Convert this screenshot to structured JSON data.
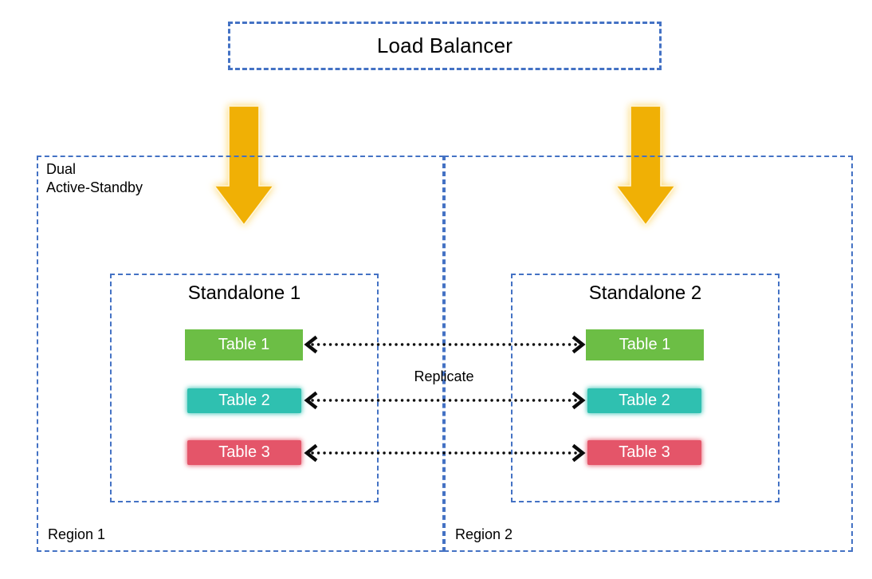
{
  "colors": {
    "dashed_border": "#4472C4",
    "arrow_gold": "#F0B005",
    "connector_black": "#0B0B0B",
    "table_text": "#FFFFFF",
    "text": "#000000"
  },
  "load_balancer": {
    "label": "Load Balancer"
  },
  "icons": {
    "down_arrow": "down-arrow-icon",
    "replicate_arrow": "dotted-double-headed-arrow"
  },
  "regions": [
    {
      "label": "Region 1",
      "annotation_line1": "Dual",
      "annotation_line2": "Active-Standby"
    },
    {
      "label": "Region 2"
    }
  ],
  "standalones": [
    {
      "title": "Standalone 1",
      "tables": [
        {
          "label": "Table 1",
          "color": "#6CBE45"
        },
        {
          "label": "Table 2",
          "color": "#2FC0B0"
        },
        {
          "label": "Table 3",
          "color": "#E45569"
        }
      ]
    },
    {
      "title": "Standalone 2",
      "tables": [
        {
          "label": "Table 1",
          "color": "#6CBE45"
        },
        {
          "label": "Table 2",
          "color": "#2FC0B0"
        },
        {
          "label": "Table 3",
          "color": "#E45569"
        }
      ]
    }
  ],
  "replication": {
    "label": "Replicate"
  }
}
